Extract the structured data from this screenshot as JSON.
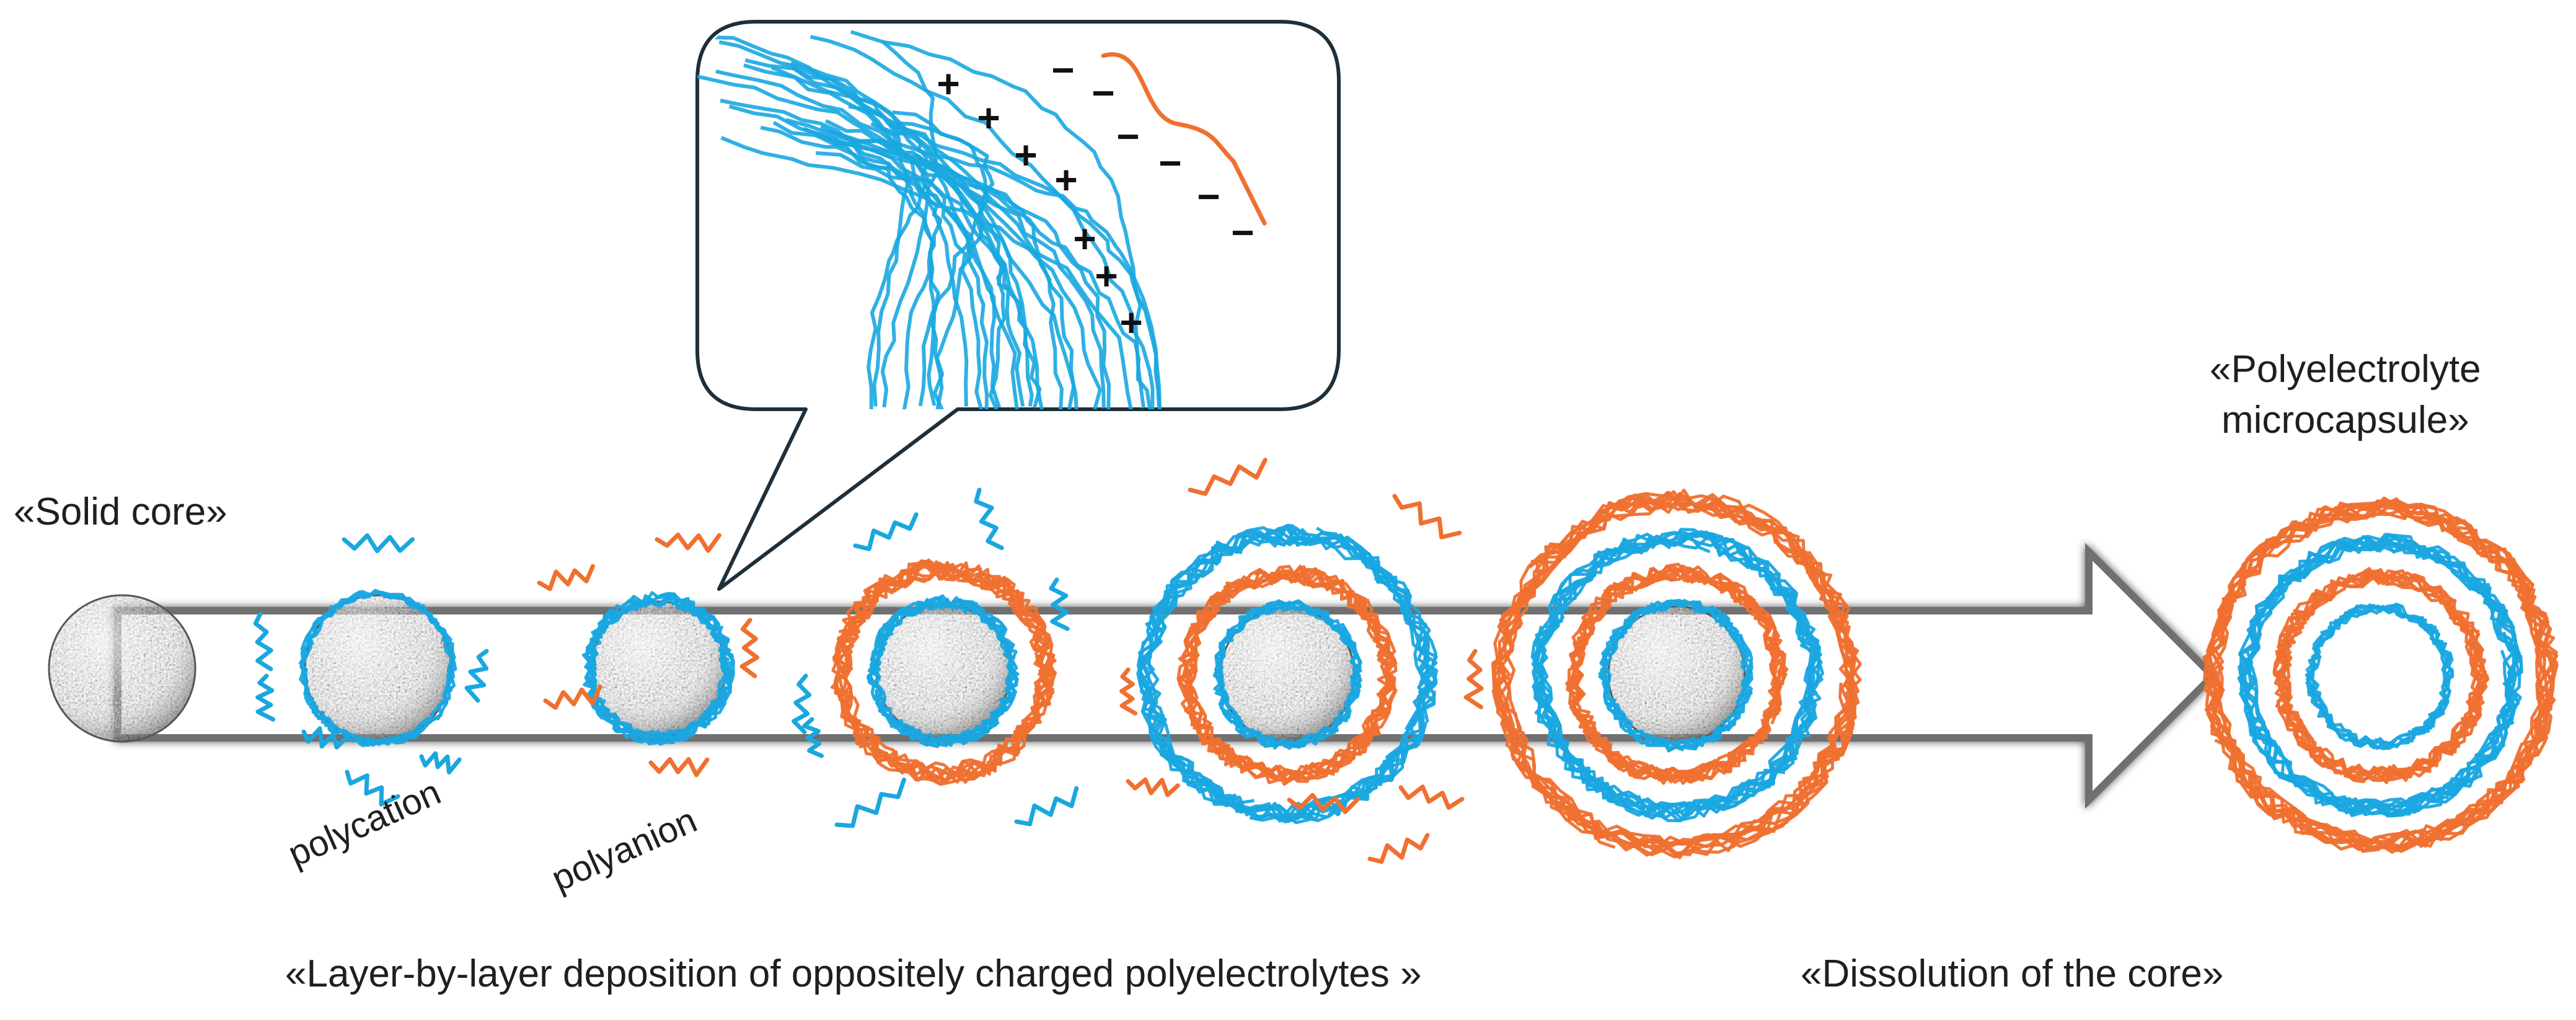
{
  "labels": {
    "solid_core": "«Solid core»",
    "capsule_line1": "«Polyelectrolyte",
    "capsule_line2": "microcapsule»",
    "polycation": "polycation",
    "polyanion": "polyanion",
    "lbl_deposition": "«Layer-by-layer deposition of oppositely charged polyelectrolytes »",
    "dissolution": "«Dissolution of the core»"
  },
  "charges": {
    "plus": "+",
    "minus": "−"
  },
  "colors": {
    "polycation": "#1aa7e0",
    "polyanion": "#ef7030",
    "core": "#9a9a9a",
    "arrow_fill": "#ffffff",
    "arrow_stroke": "#6f6f6f",
    "text": "#1f1f1f"
  }
}
